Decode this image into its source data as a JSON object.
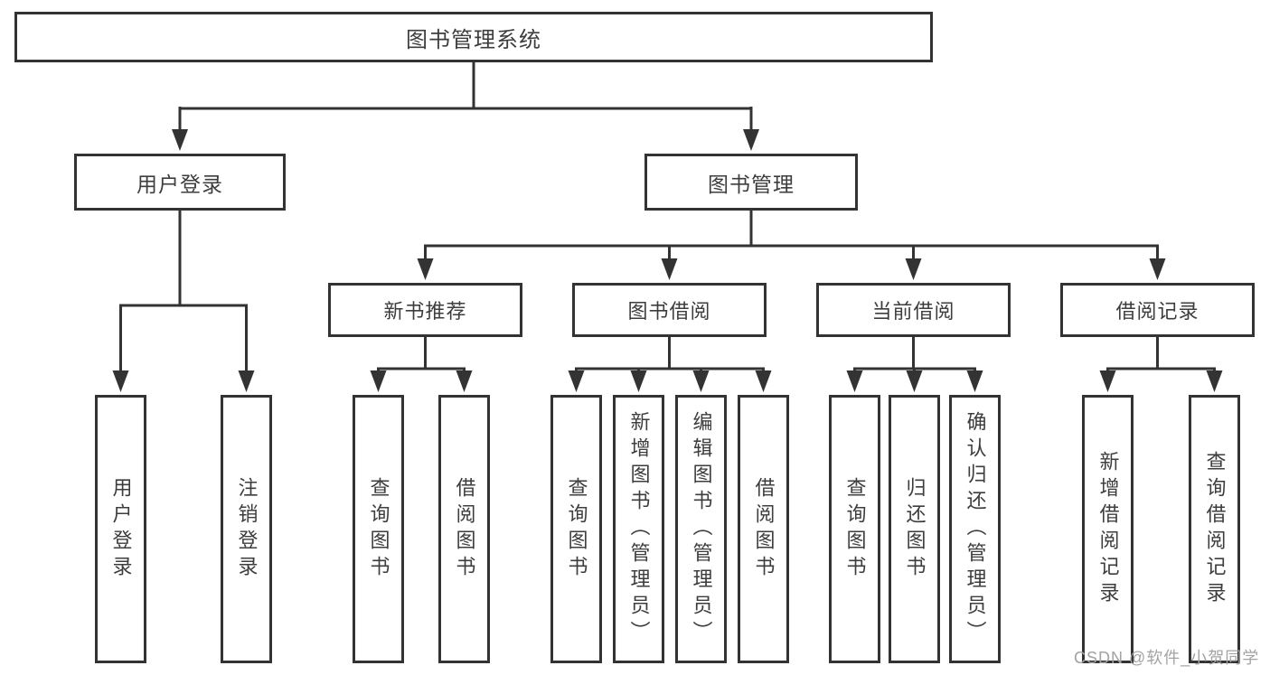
{
  "diagram": {
    "root": {
      "label": "图书管理系统"
    },
    "branches": {
      "user_login": {
        "label": "用户登录",
        "leaves": [
          "用户登录",
          "注销登录"
        ]
      },
      "book_management": {
        "label": "图书管理",
        "sections": {
          "new_book_recommend": {
            "label": "新书推荐",
            "leaves": [
              "查询图书",
              "借阅图书"
            ]
          },
          "book_borrowing": {
            "label": "图书借阅",
            "leaves": [
              "查询图书",
              "新增图书（管理员）",
              "编辑图书（管理员）",
              "借阅图书"
            ]
          },
          "current_borrowing": {
            "label": "当前借阅",
            "leaves": [
              "查询图书",
              "归还图书",
              "确认归还（管理员）"
            ]
          },
          "borrowing_records": {
            "label": "借阅记录",
            "leaves": [
              "新增借阅记录",
              "查询借阅记录"
            ]
          }
        }
      }
    }
  },
  "watermark": {
    "text": "CSDN @软件_小贺同学"
  },
  "colors": {
    "line": "#333333",
    "text": "#3d3d3d",
    "watermark": "#a3a3a3",
    "background": "#ffffff"
  }
}
